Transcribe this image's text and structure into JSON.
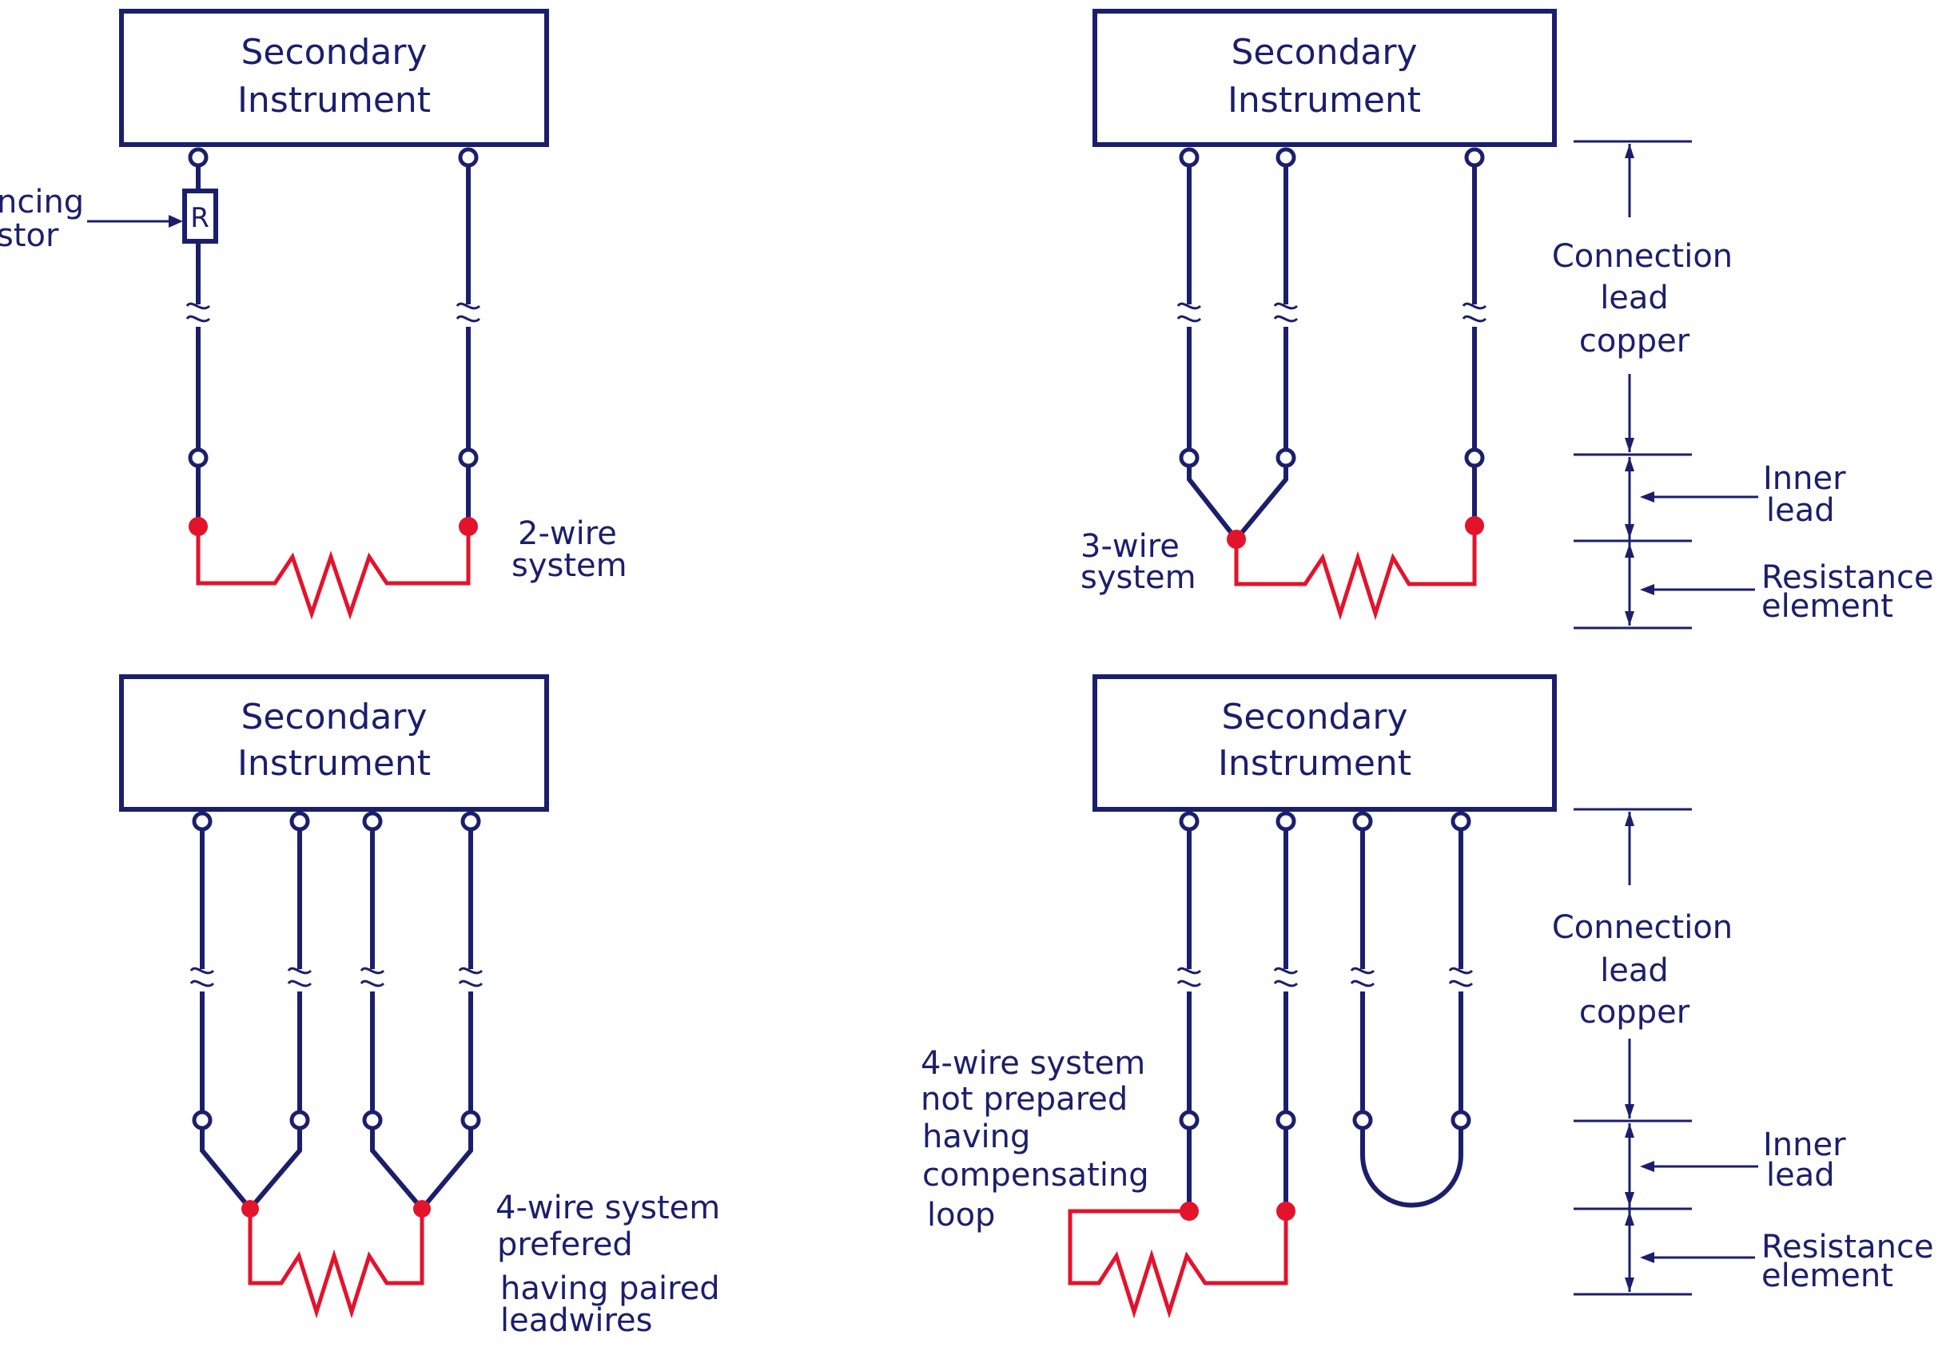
{
  "diagram": {
    "colors": {
      "wire": "#1b1f6b",
      "element": "#e3132b",
      "text": "#1b1f6b"
    },
    "instrument_box": {
      "line1": "Secondary",
      "line2": "Instrument"
    },
    "panels": {
      "two_wire": {
        "caption": [
          "2-wire",
          "system"
        ],
        "balancing_resistor": {
          "symbol": "R",
          "label": [
            "ncing",
            "stor"
          ]
        }
      },
      "three_wire": {
        "caption": [
          "3-wire",
          "system"
        ]
      },
      "four_wire_paired": {
        "caption": [
          "4-wire system",
          "prefered",
          "having paired",
          "leadwires"
        ]
      },
      "four_wire_loop": {
        "caption": [
          "4-wire system",
          "not prepared",
          "having",
          "compensating",
          "loop"
        ]
      }
    },
    "dimension_labels": {
      "connection_lead": [
        "Connection",
        "lead",
        "copper"
      ],
      "inner_lead": [
        "Inner",
        "lead"
      ],
      "resistance_element": [
        "Resistance",
        "element"
      ]
    }
  }
}
